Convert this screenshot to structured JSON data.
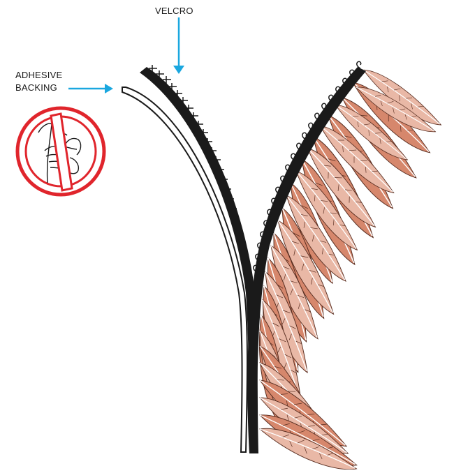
{
  "labels": {
    "velcro": "VELCRO",
    "adhesive_line1": "ADHESIVE",
    "adhesive_line2": "BACKING"
  },
  "colors": {
    "arrow": "#1aa7df",
    "strip": "#1a1a1a",
    "prohibit": "#e0252c",
    "feather_dark": "#d6876c",
    "feather_light": "#e9b8a6",
    "feather_line": "#5a2f22"
  },
  "icons": {
    "velcro_arrow": "arrow-down-icon",
    "adhesive_arrow": "arrow-right-icon",
    "prohibit": "no-peel-icon"
  }
}
